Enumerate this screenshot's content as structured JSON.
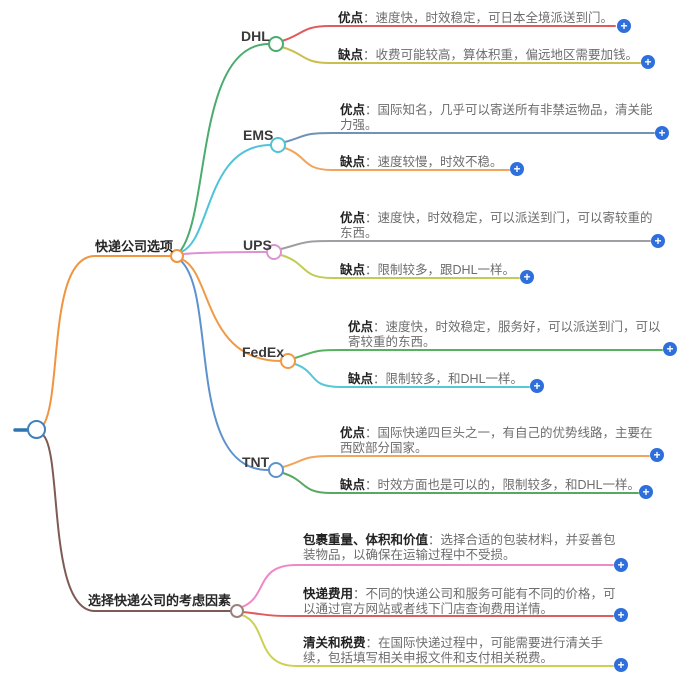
{
  "icons": {
    "plus": "+"
  },
  "palette": {
    "plus_button_blue": "#2e6fdc",
    "root_stub_blue": "#2e74ae",
    "root_border_blue": "#3f80bd",
    "branch_options_orange": "#f09440",
    "branch_factors_brown": "#7e5a55",
    "dhl_green": "#4cab6e",
    "ems_cyan": "#4fc3d8",
    "ups_pink": "#dd93d2",
    "fedex_orange": "#f09a45",
    "tnt_blue": "#5e92cf",
    "pros_red": "#e05c5c",
    "cons_olive": "#ccbd50"
  },
  "mindmap": {
    "labels": {
      "pros_lead": "优点",
      "cons_lead": "缺点"
    },
    "branch_options": {
      "label": "快递公司选项",
      "companies": [
        {
          "name": "DHL",
          "pros": "：速度快，时效稳定，可日本全境派送到门。",
          "cons": "：收费可能较高，算体积重，偏远地区需要加钱。"
        },
        {
          "name": "EMS",
          "pros": "：国际知名，几乎可以寄送所有非禁运物品，清关能\n力强。",
          "cons": "：速度较慢，时效不稳。"
        },
        {
          "name": "UPS",
          "pros": "：速度快，时效稳定，可以派送到门，可以寄较重的\n东西。",
          "cons": "：限制较多，跟DHL一样。"
        },
        {
          "name": "FedEx",
          "pros": "：速度快，时效稳定，服务好，可以派送到门，可以\n寄较重的东西。",
          "cons": "：限制较多，和DHL一样。"
        },
        {
          "name": "TNT",
          "pros": "：国际快递四巨头之一，有自己的优势线路，主要在\n西欧部分国家。",
          "cons": "：时效方面也是可以的，限制较多，和DHL一样。"
        }
      ]
    },
    "branch_factors": {
      "label": "选择快递公司的考虑因素",
      "factors": [
        {
          "lead": "包裹重量、体积和价值",
          "text": "：选择合适的包装材料，并妥善包\n装物品，以确保在运输过程中不受损。"
        },
        {
          "lead": "快递费用",
          "text": "：不同的快递公司和服务可能有不同的价格，可\n以通过官方网站或者线下门店查询费用详情。"
        },
        {
          "lead": "清关和税费",
          "text": "：在国际快递过程中，可能需要进行清关手\n续，包括填写相关申报文件和支付相关税费。"
        }
      ]
    }
  }
}
